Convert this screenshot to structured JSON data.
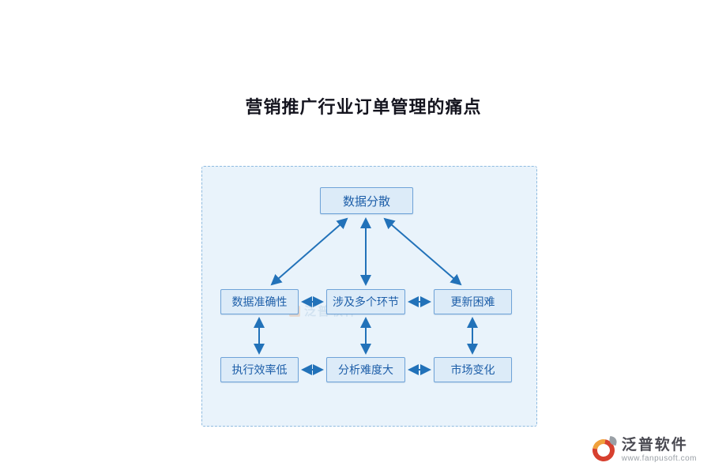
{
  "title": "营销推广行业订单管理的痛点",
  "diagram": {
    "nodes": {
      "top": {
        "label": "数据分散"
      },
      "mid_left": {
        "label": "数据准确性"
      },
      "mid_center": {
        "label": "涉及多个环节"
      },
      "mid_right": {
        "label": "更新困难"
      },
      "bot_left": {
        "label": "执行效率低"
      },
      "bot_center": {
        "label": "分析难度大"
      },
      "bot_right": {
        "label": "市场变化"
      }
    },
    "colors": {
      "box_fill": "#dcebf8",
      "box_border": "#6fa3d8",
      "box_text": "#1e5fa9",
      "arrow": "#2272b9",
      "panel_fill": "#e9f3fb",
      "panel_border": "#8fbbe0"
    }
  },
  "watermark": {
    "text": "泛普软件"
  },
  "footer": {
    "brand": "泛普软件",
    "url": "www.fanpusoft.com"
  }
}
